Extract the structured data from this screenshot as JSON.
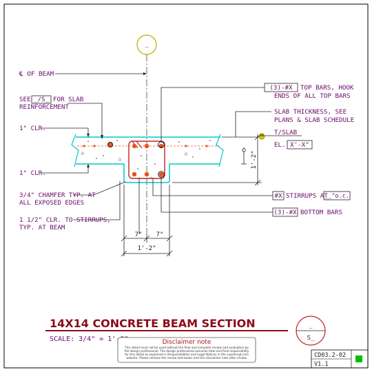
{
  "drawing": {
    "grid_bubble_label": "_",
    "centerline_label": "℄ OF BEAM",
    "callouts": {
      "see_slab_prefix": "SEE",
      "see_slab_ref": "_/S_",
      "see_slab_suffix": "FOR SLAB",
      "see_slab_line2": "REINFORCEMENT",
      "top_clr": "1\" CLR.",
      "bot_clr": "1\" CLR.",
      "chamfer_line1": "3/4\" CHAMFER TYP. AT",
      "chamfer_line2": "ALL EXPOSED EDGES",
      "stirrup_clr_line1": "1 1/2\" CLR. TO STIRRUPS,",
      "stirrup_clr_line2": "TYP. AT BEAM",
      "top_bars_tag": "(3)-#X",
      "top_bars_line1": "TOP BARS, HOOK",
      "top_bars_line2": "ENDS OF ALL TOP BARS",
      "slab_thk_line1": "SLAB THICKNESS, SEE",
      "slab_thk_line2": "PLANS & SLAB SCHEDULE",
      "tslab": "T/SLAB",
      "el_prefix": "EL.",
      "el_value": "X'-X\"",
      "stirrups_tag": "#X",
      "stirrups_mid": "STIRRUPS AT",
      "stirrups_spacing": "__\"o.c.",
      "bottom_bars_tag": "(3)-#X",
      "bottom_bars_text": "BOTTOM BARS"
    },
    "dims": {
      "left_half": "7\"",
      "right_half": "7\"",
      "overall": "1'-2\"",
      "depth": "1'-2\""
    }
  },
  "title_block": {
    "title": "14X14 CONCRETE BEAM SECTION",
    "scale": "SCALE: 3/4\" = 1'-0\"",
    "section_top": "_",
    "section_bottom": "S_",
    "disclaimer_title": "Disclaimer note",
    "disclaimer_body": [
      "This detail must not be used without the final and complete review and evaluation by",
      "the design professional. The design professional assumes total and final responsibility",
      "for this detail as explained in Responsibilities and Legal Notices in the caselmcgt.com",
      "website. Please remove the review text boxes and this disclaimer note after review."
    ],
    "detail_number": "CD03.2-02",
    "version": "V1.1"
  },
  "colors": {
    "concrete": "#00c8c8",
    "rebar": "#e8531a",
    "stirrup": "#c42020",
    "leader": "#222222",
    "label": "#6a0a6a",
    "bubble": "#b8b000",
    "status": "#00c000"
  }
}
